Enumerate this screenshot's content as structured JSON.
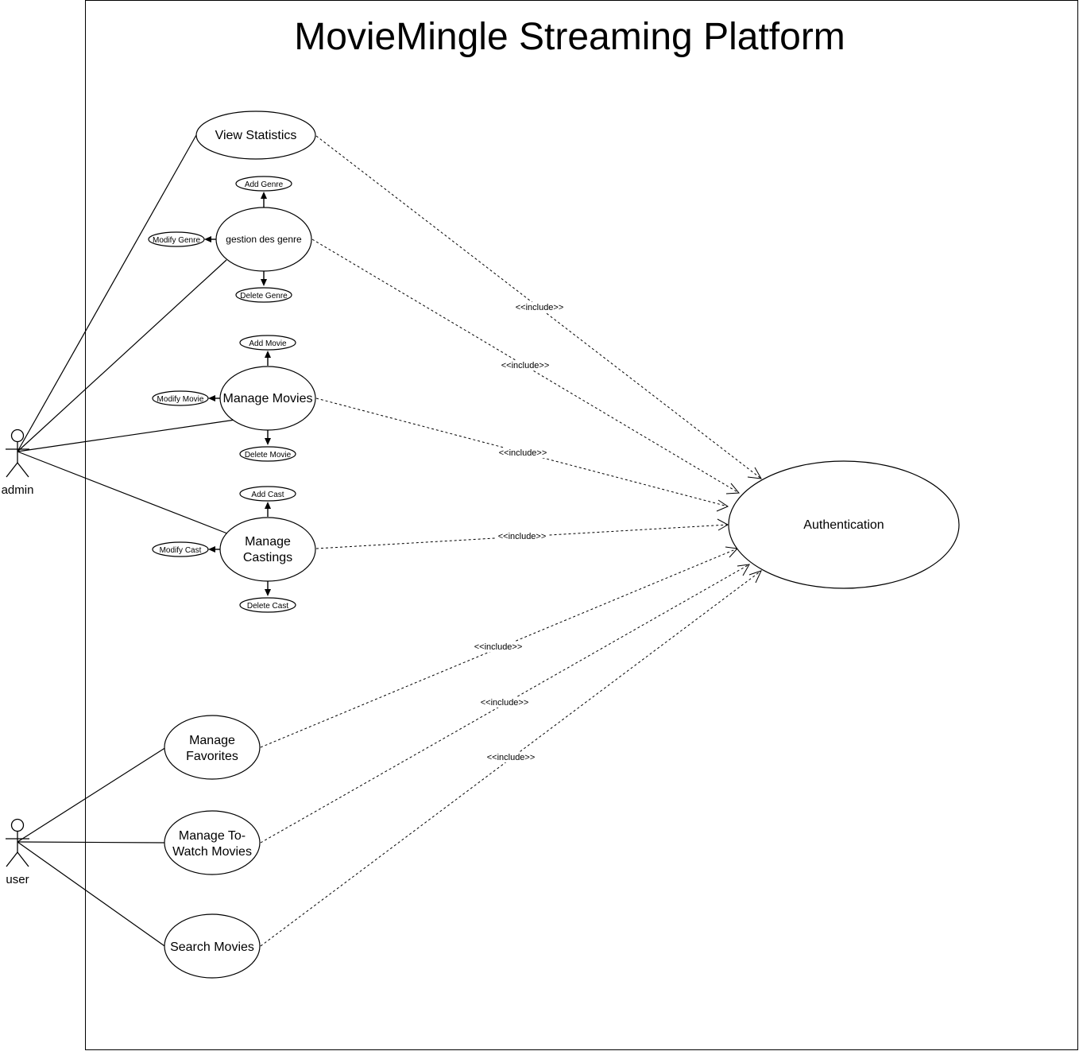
{
  "diagram": {
    "title": "MovieMingle Streaming Platform",
    "actors": {
      "admin": "admin",
      "user": "user"
    },
    "use_cases": {
      "view_statistics": "View Statistics",
      "gestion_genre": "gestion des genre",
      "add_genre": "Add Genre",
      "modify_genre": "Modify Genre",
      "delete_genre": "Delete Genre",
      "manage_movies": "Manage Movies",
      "add_movie": "Add Movie",
      "modify_movie": "Modify Movie",
      "delete_movie": "Delete Movie",
      "manage_castings_line1": "Manage",
      "manage_castings_line2": "Castings",
      "add_cast": "Add Cast",
      "modify_cast": "Modify Cast",
      "delete_cast": "Delete Cast",
      "manage_favorites_line1": "Manage",
      "manage_favorites_line2": "Favorites",
      "manage_towatch_line1": "Manage To-",
      "manage_towatch_line2": "Watch Movies",
      "search_movies": "Search Movies",
      "authentication": "Authentication"
    },
    "include_label": "<<include>>",
    "colors": {
      "line": "#000000",
      "background": "#ffffff"
    }
  }
}
